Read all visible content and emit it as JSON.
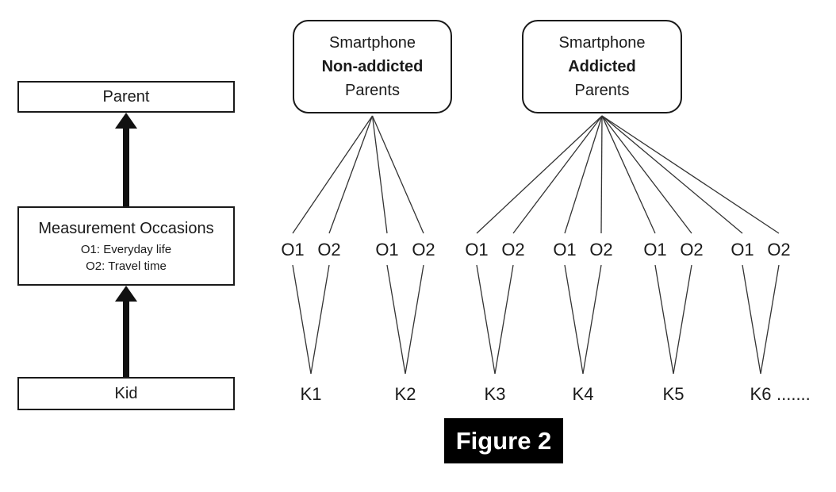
{
  "figure_caption": "Figure 2",
  "left_flow": {
    "parent_label": "Parent",
    "measurement_title": "Measurement Occasions",
    "measurement_sub1": "O1: Everyday life",
    "measurement_sub2": "O2: Travel time",
    "kid_label": "Kid"
  },
  "groups": [
    {
      "title_lines": [
        {
          "text": "Smartphone",
          "bold": false
        },
        {
          "text": "Non-addicted",
          "bold": true
        },
        {
          "text": "Parents",
          "bold": false
        }
      ],
      "kids": [
        {
          "label": "K1",
          "occasions": [
            "O1",
            "O2"
          ]
        },
        {
          "label": "K2",
          "occasions": [
            "O1",
            "O2"
          ]
        }
      ]
    },
    {
      "title_lines": [
        {
          "text": "Smartphone",
          "bold": false
        },
        {
          "text": "Addicted",
          "bold": true
        },
        {
          "text": "Parents",
          "bold": false
        }
      ],
      "kids": [
        {
          "label": "K3",
          "occasions": [
            "O1",
            "O2"
          ]
        },
        {
          "label": "K4",
          "occasions": [
            "O1",
            "O2"
          ]
        },
        {
          "label": "K5",
          "occasions": [
            "O1",
            "O2"
          ]
        },
        {
          "label": "K6",
          "suffix": ".......",
          "occasions": [
            "O1",
            "O2"
          ]
        }
      ]
    }
  ],
  "colors": {
    "line": "#333333",
    "border": "#1a1a1a",
    "caption_bg": "#000000",
    "caption_fg": "#ffffff"
  }
}
